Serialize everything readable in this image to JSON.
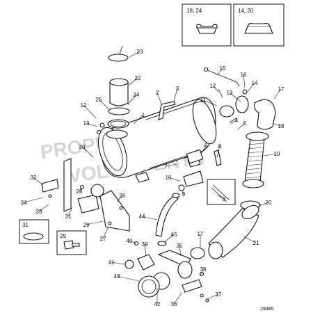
{
  "figure_number": "29485",
  "watermark": [
    "PROPERTY OF",
    "VOLVO PENTA"
  ],
  "insets": [
    {
      "label": "18, 24"
    },
    {
      "label": "14, 20"
    }
  ],
  "detail_boxes": [
    {
      "label": "31"
    },
    {
      "label": "29"
    }
  ],
  "callouts": [
    {
      "n": "1"
    },
    {
      "n": "2"
    },
    {
      "n": "3"
    },
    {
      "n": "4"
    },
    {
      "n": "5"
    },
    {
      "n": "6"
    },
    {
      "n": "7"
    },
    {
      "n": "8"
    },
    {
      "n": "8"
    },
    {
      "n": "9"
    },
    {
      "n": "10"
    },
    {
      "n": "11"
    },
    {
      "n": "12"
    },
    {
      "n": "12"
    },
    {
      "n": "13"
    },
    {
      "n": "13"
    },
    {
      "n": "14"
    },
    {
      "n": "15"
    },
    {
      "n": "16"
    },
    {
      "n": "17"
    },
    {
      "n": "17"
    },
    {
      "n": "18"
    },
    {
      "n": "19"
    },
    {
      "n": "20"
    },
    {
      "n": "21"
    },
    {
      "n": "22"
    },
    {
      "n": "23"
    },
    {
      "n": "24"
    },
    {
      "n": "25"
    },
    {
      "n": "26"
    },
    {
      "n": "27"
    },
    {
      "n": "28"
    },
    {
      "n": "29"
    },
    {
      "n": "30"
    },
    {
      "n": "31"
    },
    {
      "n": "32"
    },
    {
      "n": "33"
    },
    {
      "n": "34"
    },
    {
      "n": "35"
    },
    {
      "n": "36"
    },
    {
      "n": "37"
    },
    {
      "n": "38"
    },
    {
      "n": "39"
    },
    {
      "n": "40"
    },
    {
      "n": "41"
    },
    {
      "n": "42"
    },
    {
      "n": "43"
    },
    {
      "n": "44"
    },
    {
      "n": "45"
    }
  ]
}
